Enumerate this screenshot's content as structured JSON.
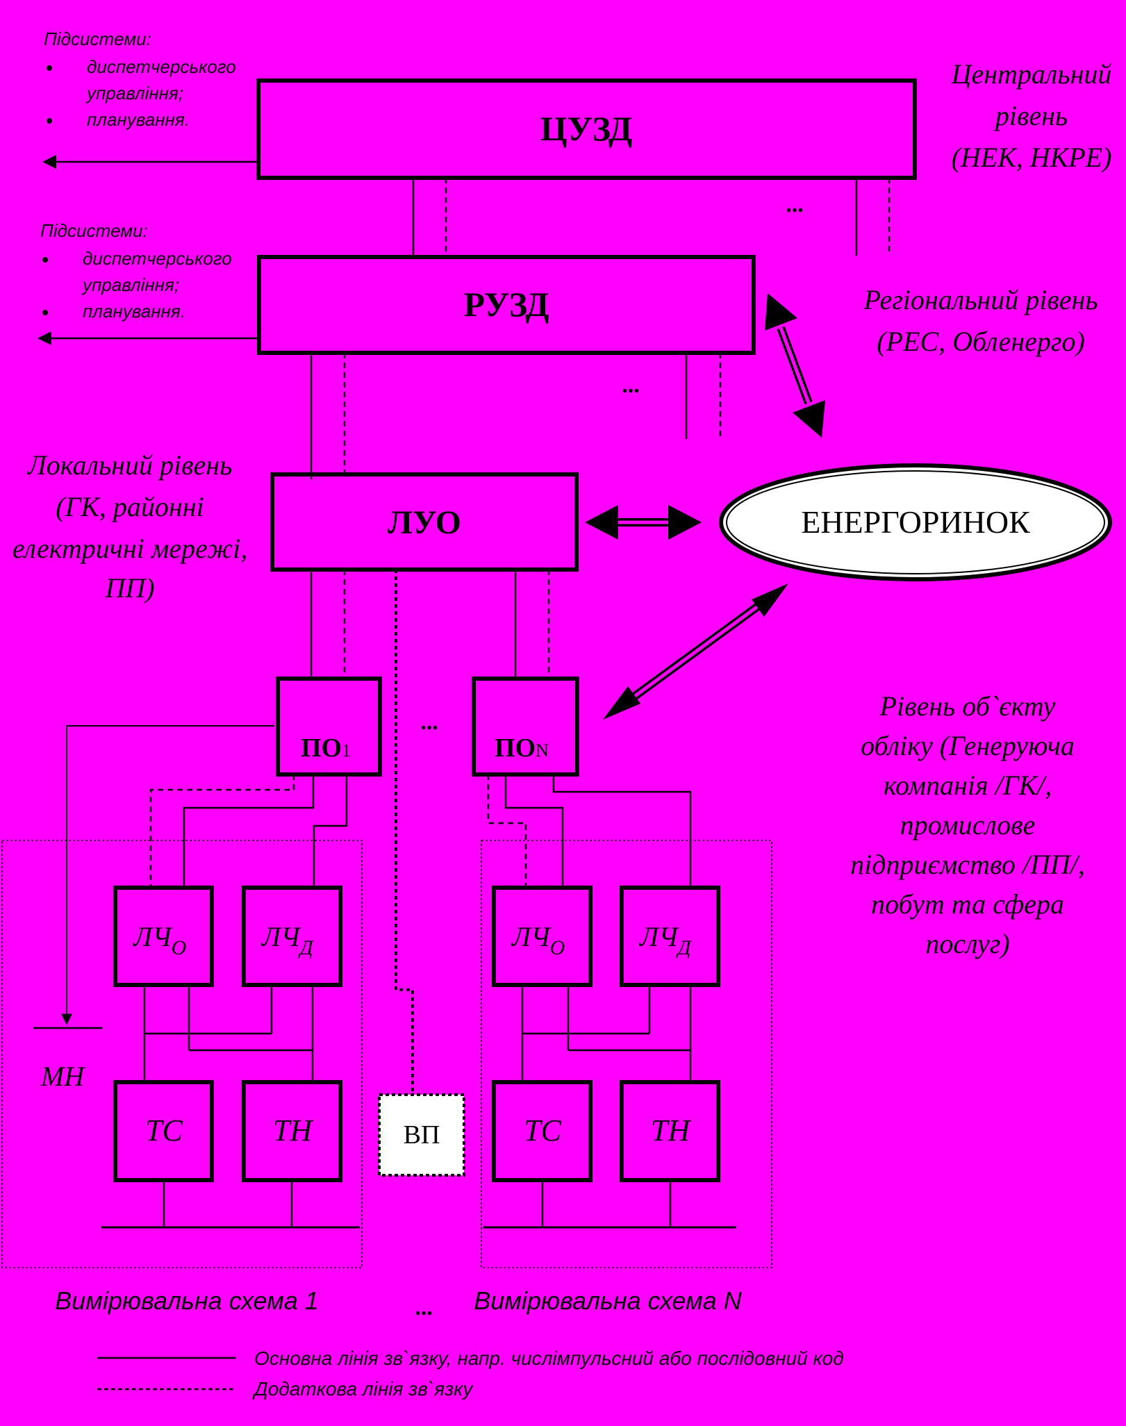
{
  "colors": {
    "background": "#ff00ff",
    "line": "#000000",
    "ellipse_fill": "#ffffff",
    "vp_fill": "#ffffff"
  },
  "subsystems_top": {
    "heading": "Підсистеми:",
    "item1_line1": "диспетчерського",
    "item1_line2": "управління;",
    "item2": "планування."
  },
  "subsystems_mid": {
    "heading": "Підсистеми:",
    "item1_line1": "диспетчерського",
    "item1_line2": "управління;",
    "item2": "планування."
  },
  "levels": {
    "central": {
      "line1": "Центральний",
      "line2": "рівень",
      "line3": "(НЕК, НКРЕ)"
    },
    "regional": {
      "line1": "Регіональний рівень",
      "line2": "(РЕС, Обленерго)"
    },
    "local": {
      "line1": "Локальний рівень",
      "line2": "(ГК, районні",
      "line3": "електричні мережі,",
      "line4": "ПП)"
    },
    "object": {
      "line1": "Рівень об`єкту",
      "line2": "обліку (Генеруюча",
      "line3": "компанія /ГК/,",
      "line4": "промислове",
      "line5": "підприємство /ПП/,",
      "line6": "побут та сфера",
      "line7": "послуг)"
    }
  },
  "boxes": {
    "cuzd": "ЦУЗД",
    "ruzd": "РУЗД",
    "luo": "ЛУО",
    "market": "ЕНЕРГОРИНОК",
    "po1_main": "ПО",
    "po1_sub": "1",
    "pon_main": "ПО",
    "pon_sub": "N",
    "vp": "ВП"
  },
  "scheme1": {
    "lcho_main": "ЛЧ",
    "lcho_sub": "О",
    "lchd_main": "ЛЧ",
    "lchd_sub": "Д",
    "tc": "ТС",
    "th": "ТН",
    "mn": "МН",
    "caption": "Вимірювальна схема 1"
  },
  "schemeN": {
    "lcho_main": "ЛЧ",
    "lcho_sub": "О",
    "lchd_main": "ЛЧ",
    "lchd_sub": "Д",
    "tc": "ТС",
    "th": "ТН",
    "caption": "Вимірювальна  схема N"
  },
  "ellipses": {
    "between_levels_1": "...",
    "between_levels_2": "...",
    "between_po": "...",
    "between_schemes": "..."
  },
  "legend": {
    "main_line": "Основна лінія зв`язку, напр. числімпульсний або послідовний код",
    "extra_line": "Додаткова  лінія зв`язку"
  }
}
